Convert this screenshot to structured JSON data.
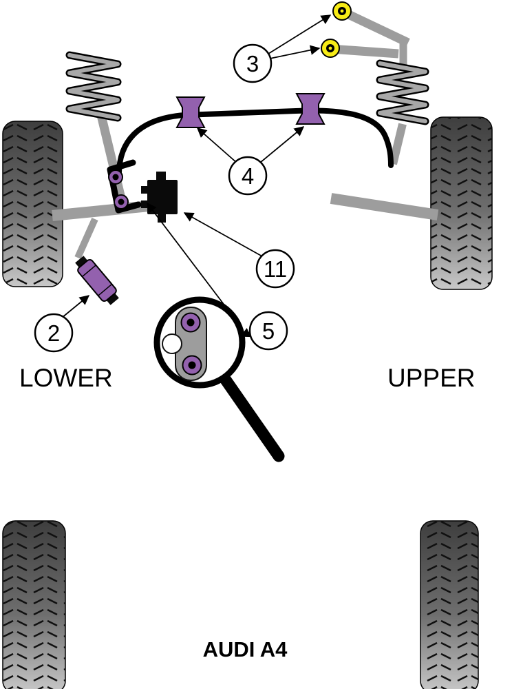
{
  "diagram": {
    "type": "suspension-parts-diagram",
    "labels": {
      "lower": "LOWER",
      "upper": "UPPER",
      "model": "AUDI A4"
    },
    "callouts": [
      {
        "number": "2"
      },
      {
        "number": "3"
      },
      {
        "number": "4"
      },
      {
        "number": "5"
      },
      {
        "number": "11"
      }
    ],
    "colors": {
      "bushing_purple": "#9361ae",
      "bushing_yellow": "#f8ec17",
      "arm_gray": "#9d9d9d",
      "bar_black": "#000000",
      "background": "#ffffff"
    }
  }
}
